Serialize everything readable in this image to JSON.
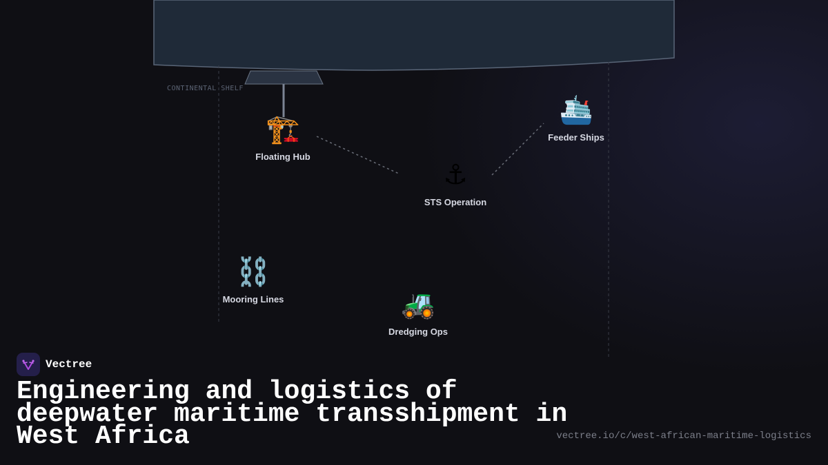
{
  "diagram": {
    "shelf_label": "CONTINENTAL SHELF",
    "nodes": [
      {
        "id": "floating-hub",
        "icon": "🏗️",
        "icon_name": "construction-crane-icon",
        "label": "Floating Hub"
      },
      {
        "id": "feeder-ships",
        "icon": "🛳️",
        "icon_name": "passenger-ship-icon",
        "label": "Feeder Ships"
      },
      {
        "id": "sts-operation",
        "icon": "⚓",
        "icon_name": "anchor-icon",
        "label": "STS Operation"
      },
      {
        "id": "mooring-lines",
        "icon": "⛓️",
        "icon_name": "chains-icon",
        "label": "Mooring Lines"
      },
      {
        "id": "dredging-ops",
        "icon": "🚜",
        "icon_name": "tractor-icon",
        "label": "Dredging Ops"
      }
    ],
    "connections": [
      {
        "from": "floating-hub",
        "to": "sts-operation"
      },
      {
        "from": "sts-operation",
        "to": "feeder-ships"
      }
    ]
  },
  "brand": {
    "name": "Vectree",
    "logo_icon": "vectree-logo-icon"
  },
  "title": "Engineering and logistics of deepwater maritime transshipment in West Africa",
  "url": "vectree.io/c/west-african-maritime-logistics",
  "colors": {
    "background": "#0f0f14",
    "vessel_fill": "#1f2a38",
    "vessel_stroke": "#5a6678",
    "brand_logo_bg": "#241f4a",
    "brand_accent": "#b04ae0",
    "label_text": "#d6d8e2"
  }
}
